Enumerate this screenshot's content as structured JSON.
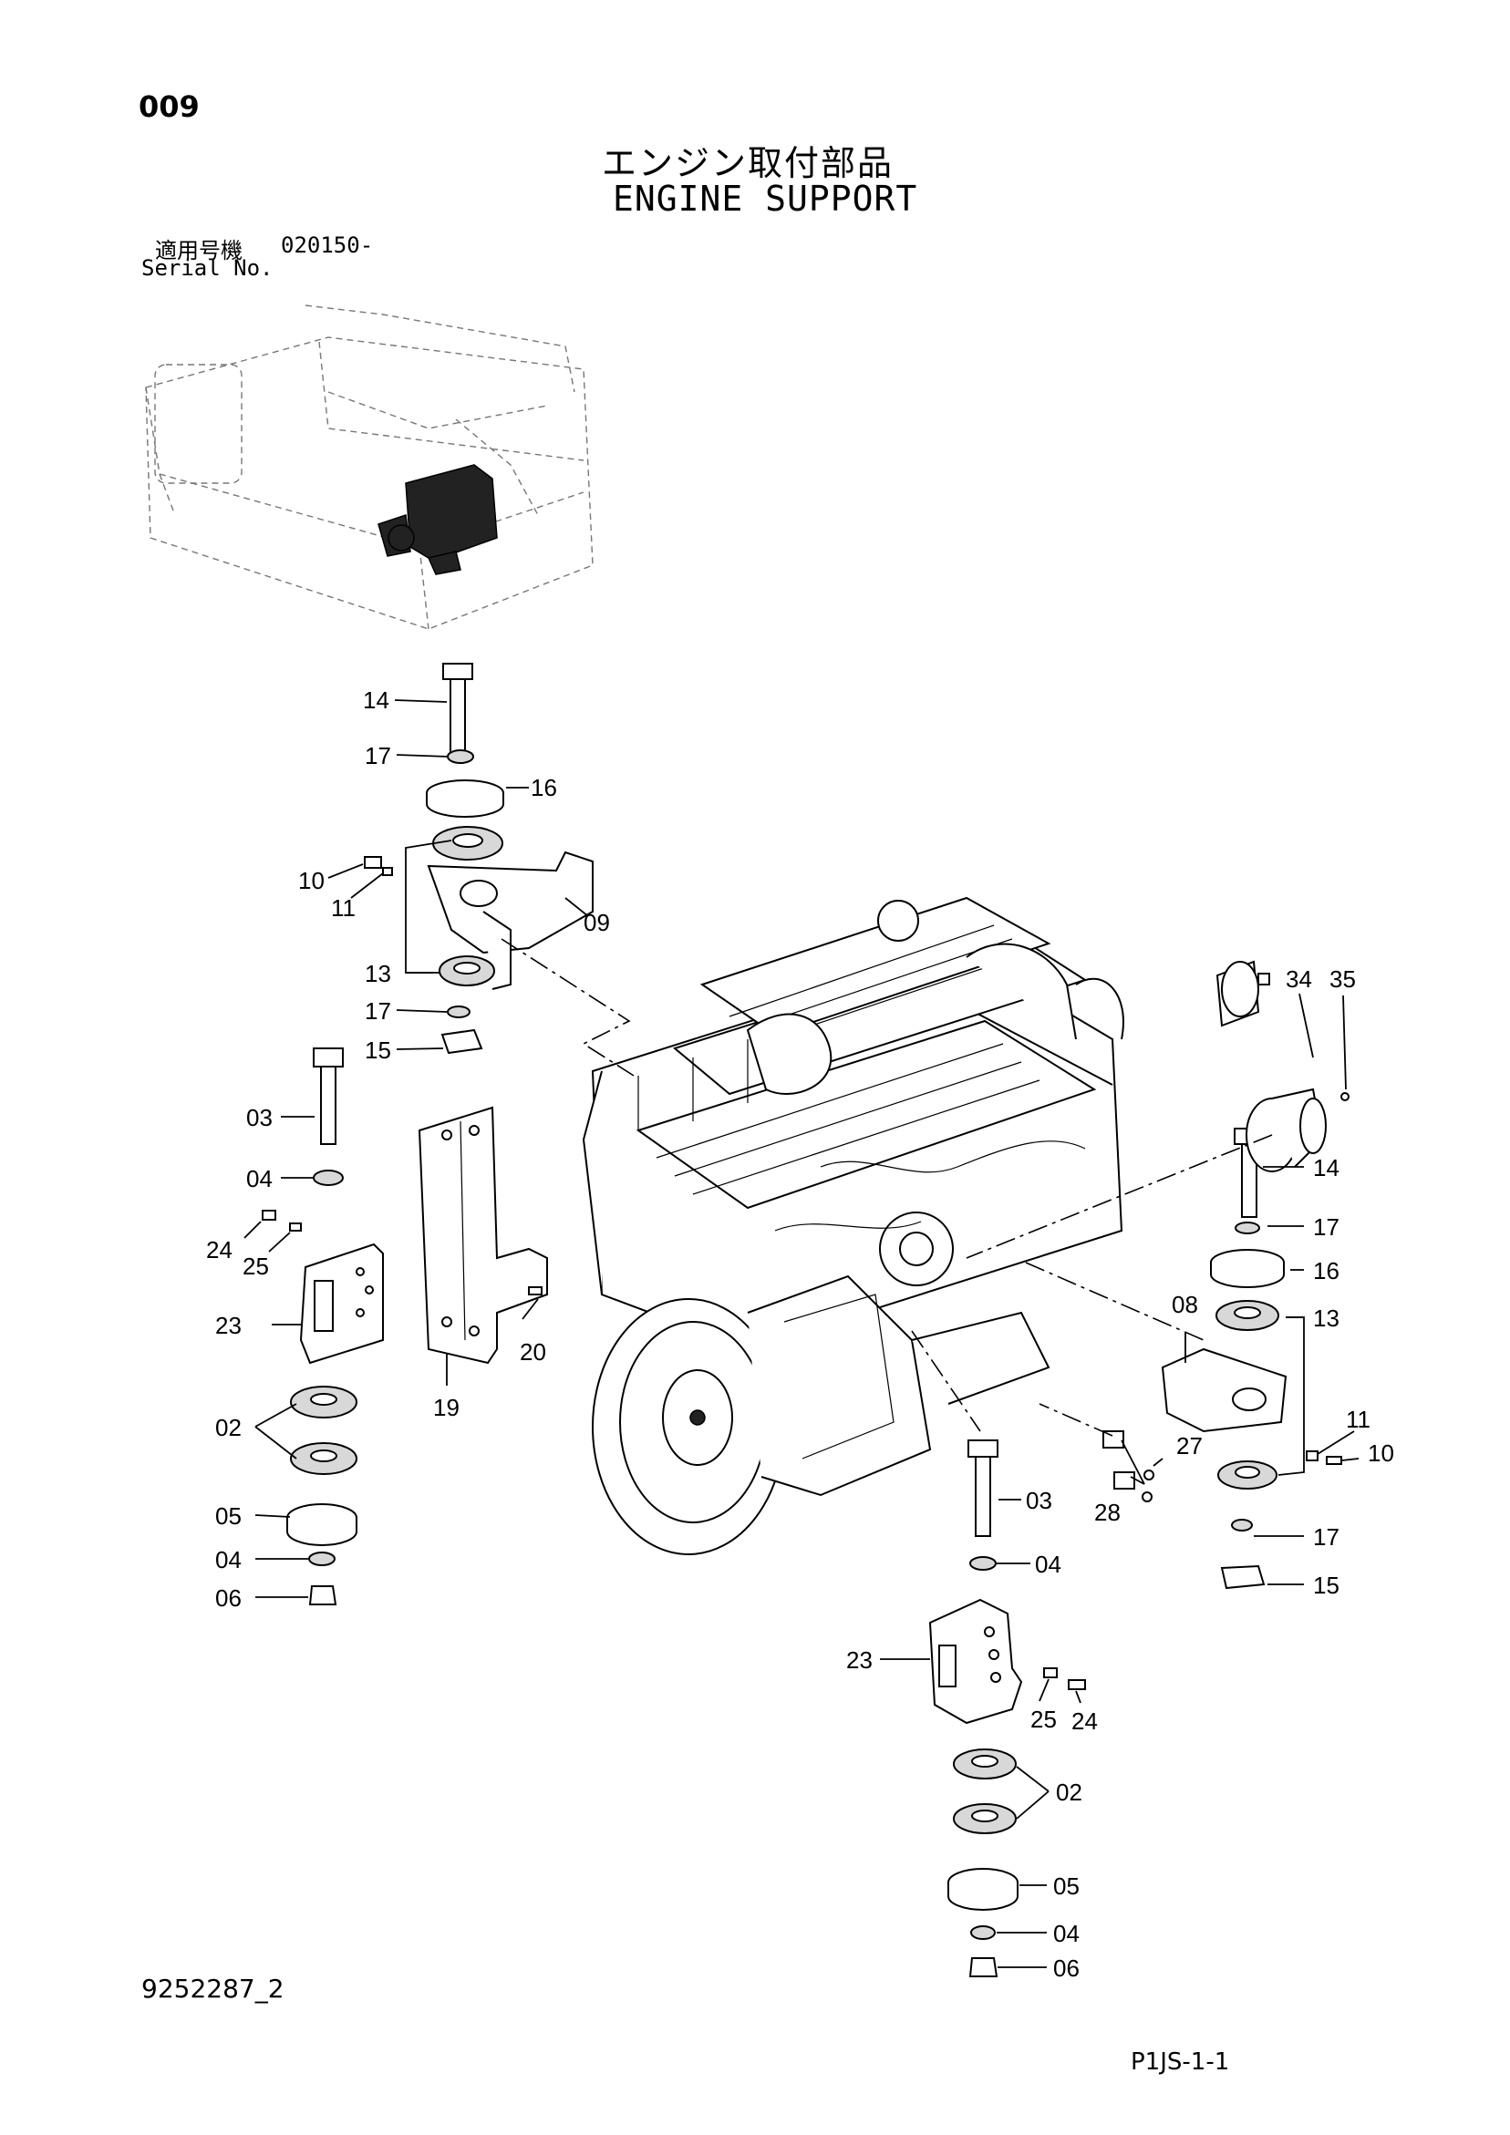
{
  "page": {
    "number": "009",
    "title_ja": "エンジン取付部品",
    "title_en": "ENGINE SUPPORT",
    "serial_label_ja": "適用号機",
    "serial_value": "020150-",
    "serial_label_en": "Serial No.",
    "doc_number": "9252287_2",
    "page_ref": "P1JS-1-1"
  },
  "callouts": {
    "c14a": "14",
    "c17a": "17",
    "c16a": "16",
    "c10a": "10",
    "c11a": "11",
    "c09": "09",
    "c13a": "13",
    "c17b": "17",
    "c15a": "15",
    "c34": "34",
    "c35": "35",
    "c03a": "03",
    "c04a": "04",
    "c24a": "24",
    "c25a": "25",
    "c23a": "23",
    "c20": "20",
    "c19": "19",
    "c02a": "02",
    "c05a": "05",
    "c04b": "04",
    "c06a": "06",
    "c14b": "14",
    "c17c": "17",
    "c16b": "16",
    "c08": "08",
    "c13b": "13",
    "c11b": "11",
    "c10b": "10",
    "c27": "27",
    "c28": "28",
    "c17d": "17",
    "c15b": "15",
    "c03b": "03",
    "c04c": "04",
    "c23b": "23",
    "c25b": "25",
    "c24b": "24",
    "c02b": "02",
    "c05b": "05",
    "c04d": "04",
    "c06b": "06"
  }
}
